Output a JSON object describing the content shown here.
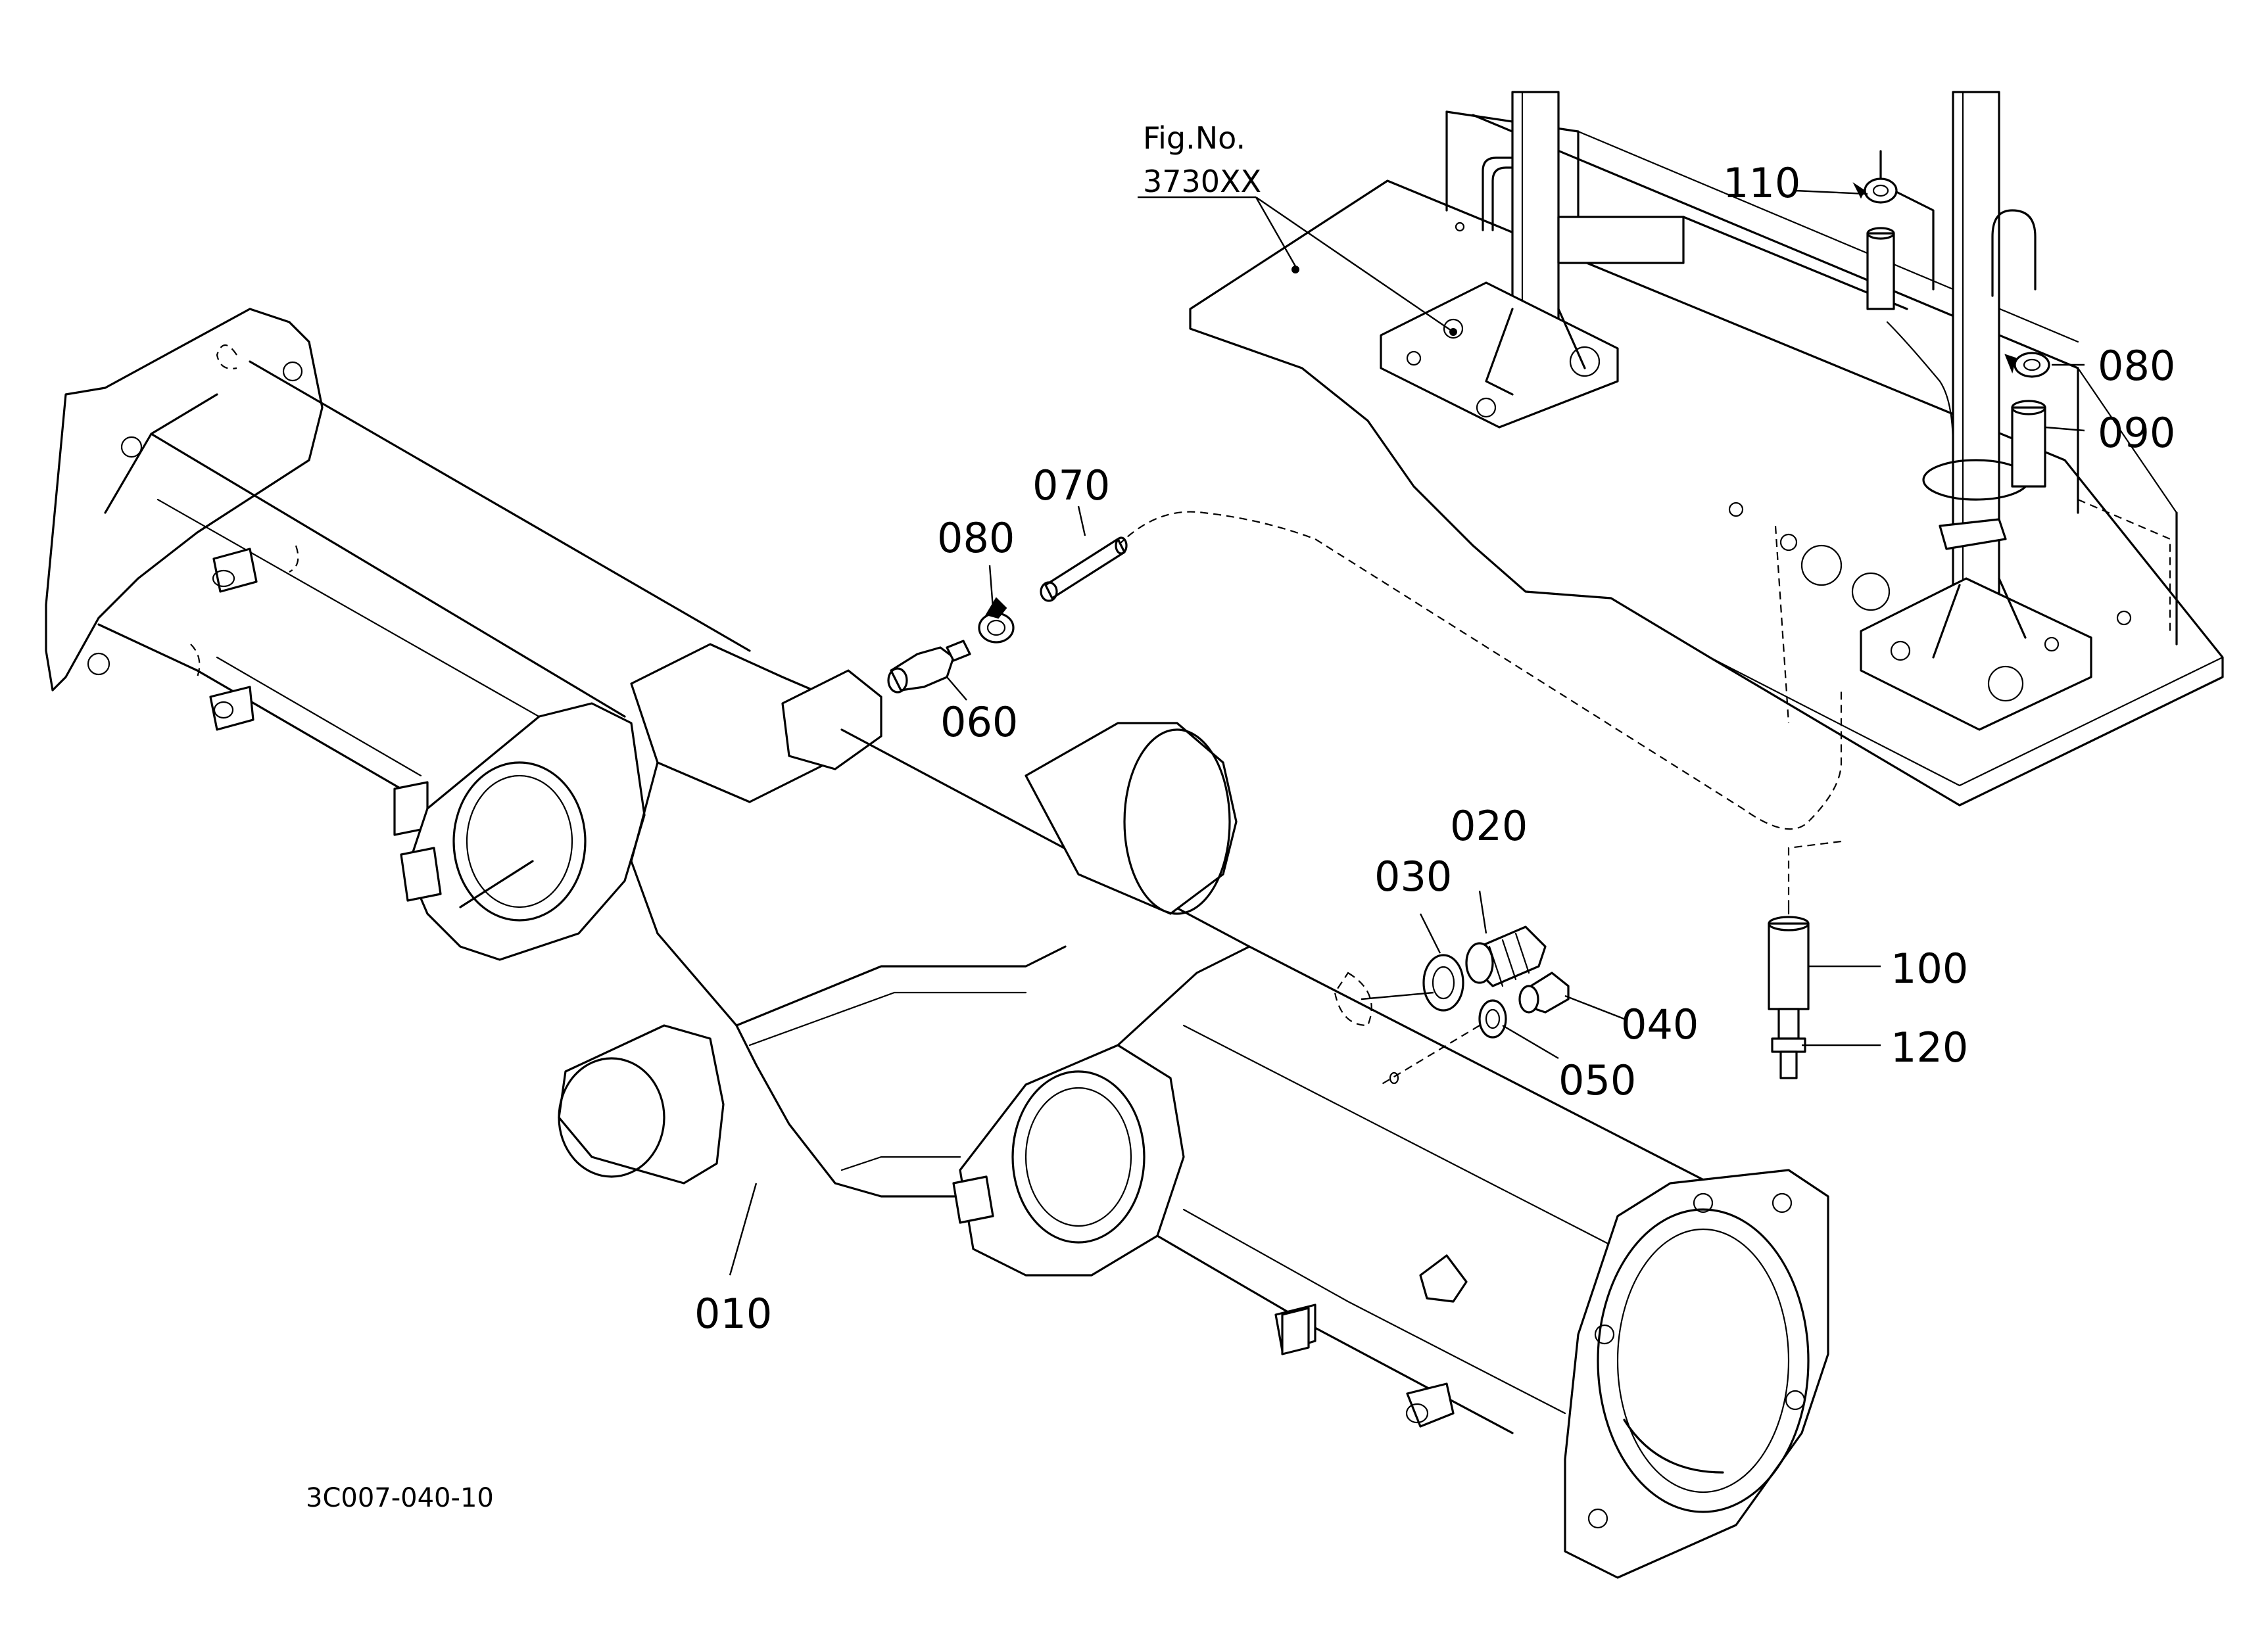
{
  "figure_ref": {
    "line1": "Fig.No.",
    "line2": "3730XX"
  },
  "drawing_number": "3C007-040-10",
  "callouts": {
    "p010": "010",
    "p020": "020",
    "p030": "030",
    "p040": "040",
    "p050": "050",
    "p060": "060",
    "p070": "070",
    "p080a": "080",
    "p080b": "080",
    "p090": "090",
    "p100": "100",
    "p110": "110",
    "p120": "120"
  }
}
